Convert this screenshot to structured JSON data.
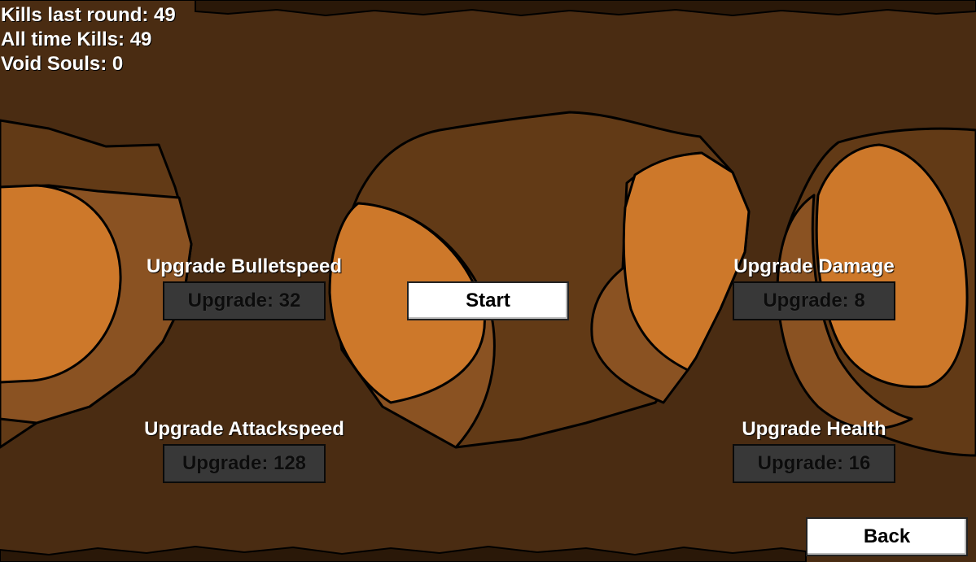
{
  "stats": {
    "kills_last_round": "Kills last round: 49",
    "all_time_kills": "All time Kills: 49",
    "void_souls": "Void Souls: 0"
  },
  "upgrades": {
    "bulletspeed": {
      "title": "Upgrade Bulletspeed",
      "button": "Upgrade: 32"
    },
    "damage": {
      "title": "Upgrade Damage",
      "button": "Upgrade: 8"
    },
    "attackspeed": {
      "title": "Upgrade Attackspeed",
      "button": "Upgrade: 128"
    },
    "health": {
      "title": "Upgrade Health",
      "button": "Upgrade: 16"
    }
  },
  "buttons": {
    "start": "Start",
    "back": "Back"
  },
  "colors": {
    "cave_dark": "#2a1808",
    "tunnel_brown": "#4a2c12",
    "rock_brown": "#623a16",
    "rock_mid": "#8a5222",
    "rock_orange": "#cd782a",
    "upgrade_button": "#383838"
  }
}
